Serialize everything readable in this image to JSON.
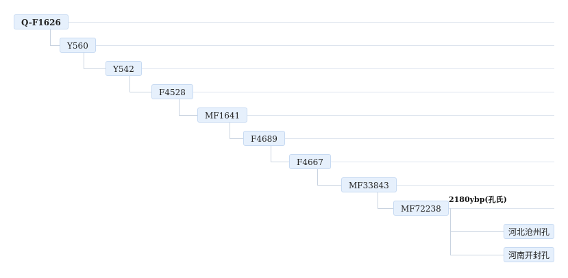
{
  "tree": {
    "nodes": [
      {
        "id": "q-f1626",
        "label": "Q-F1626",
        "depth": 0,
        "root": true
      },
      {
        "id": "y560",
        "label": "Y560",
        "depth": 1
      },
      {
        "id": "y542",
        "label": "Y542",
        "depth": 2
      },
      {
        "id": "f4528",
        "label": "F4528",
        "depth": 3
      },
      {
        "id": "mf1641",
        "label": "MF1641",
        "depth": 4
      },
      {
        "id": "f4689",
        "label": "F4689",
        "depth": 5
      },
      {
        "id": "f4667",
        "label": "F4667",
        "depth": 6
      },
      {
        "id": "mf33843",
        "label": "MF33843",
        "depth": 7
      },
      {
        "id": "mf72238",
        "label": "MF72238",
        "depth": 8,
        "annotation": "2180ybp(孔氏)"
      }
    ],
    "leaves": [
      {
        "id": "hebei-cangzhou-kong",
        "label": "河北沧州孔"
      },
      {
        "id": "henan-kaifeng-kong",
        "label": "河南开封孔"
      }
    ],
    "colors": {
      "node_fill": "#e6f0fc",
      "node_border": "#c7daf2",
      "connector": "#c9d3e0",
      "row_line": "#dde4ee"
    }
  }
}
